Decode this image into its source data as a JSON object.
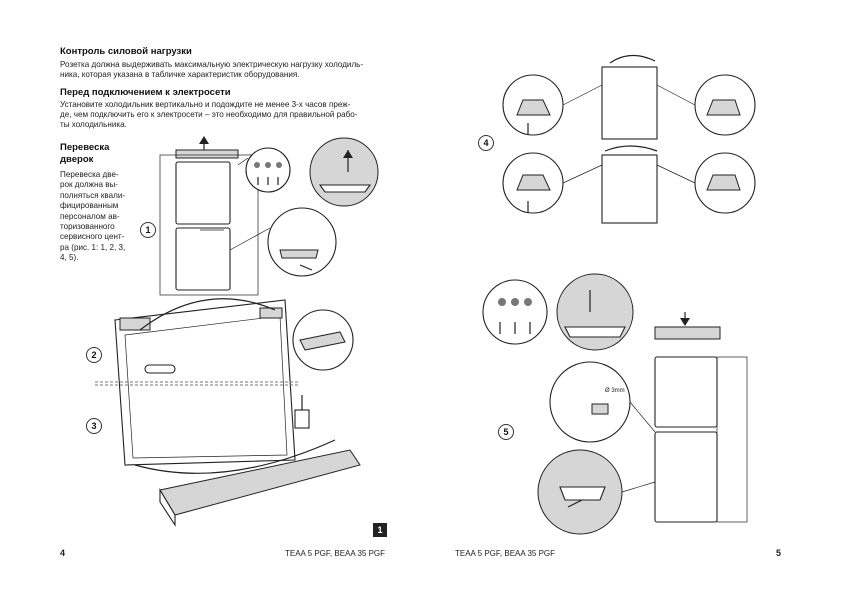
{
  "left_page": {
    "section1": {
      "heading": "Контроль силовой нагрузки",
      "lines": [
        "Розетка должна выдерживать максимальную электрическую нагрузку холодиль-",
        "ника, которая указана в табличке характеристик оборудования."
      ]
    },
    "section2": {
      "heading": "Перед подключением к электросети",
      "lines": [
        "Установите холодильник вертикально и подождите не менее 3-х  часов преж-",
        "де, чем подключить его к электросети – это необходимо для правильной рабо-",
        "ты холодильника."
      ]
    },
    "section3": {
      "heading_lines": [
        "Перевеска",
        "дверок"
      ],
      "lines": [
        "Перевеска  две-",
        "рок  должна  вы-",
        "полняться квали-",
        "фицированным",
        "персоналом  ав-",
        "торизованного",
        "сервисного  цент-",
        "ра (рис. 1: 1, 2, 3,",
        "4, 5)."
      ]
    },
    "figure_labels": [
      "1",
      "2",
      "3"
    ],
    "figure_caption_box": "1",
    "page_number": "4",
    "footer_model": "TEAA 5 PGF, BEAA 35 PGF"
  },
  "right_page": {
    "figure_labels": [
      "4",
      "5"
    ],
    "dimension_label": "Ø 3mm",
    "page_number": "5",
    "footer_model": "TEAA 5 PGF, BEAA 35 PGF"
  }
}
